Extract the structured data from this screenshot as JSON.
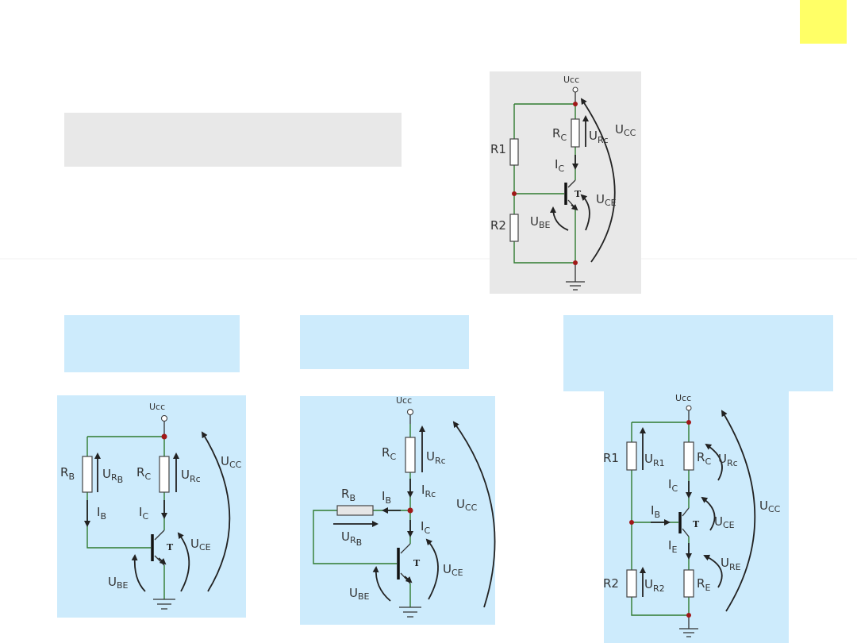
{
  "colors": {
    "yellow_marker": "#ffff66",
    "gray_panel": "#e8e8e8",
    "blue_panel": "#cdebfc",
    "wire": "#2f7a2f",
    "node": "#a01818"
  },
  "c1": {
    "ucc_terminal": "Ucc",
    "r1": "R1",
    "r2": "R2",
    "t": "T",
    "rc": {
      "m": "R",
      "s": "C"
    },
    "urc": {
      "m": "U",
      "s": "Rc"
    },
    "ucc": {
      "m": "U",
      "s": "CC"
    },
    "ic": {
      "m": "I",
      "s": "C"
    },
    "uce": {
      "m": "U",
      "s": "CE"
    },
    "ube": {
      "m": "U",
      "s": "BE"
    }
  },
  "c2": {
    "ucc_terminal": "Ucc",
    "t": "T",
    "rb": {
      "m": "R",
      "s": "B"
    },
    "urb": {
      "m": "U",
      "s": "R",
      "s2": "B"
    },
    "rc": {
      "m": "R",
      "s": "C"
    },
    "urc": {
      "m": "U",
      "s": "Rc"
    },
    "ucc": {
      "m": "U",
      "s": "CC"
    },
    "ib": {
      "m": "I",
      "s": "B"
    },
    "ic": {
      "m": "I",
      "s": "C"
    },
    "uce": {
      "m": "U",
      "s": "CE"
    },
    "ube": {
      "m": "U",
      "s": "BE"
    }
  },
  "c3": {
    "ucc_terminal": "Ucc",
    "t": "T",
    "rc": {
      "m": "R",
      "s": "C"
    },
    "urc": {
      "m": "U",
      "s": "Rc"
    },
    "irc": {
      "m": "I",
      "s": "Rc"
    },
    "rb": {
      "m": "R",
      "s": "B"
    },
    "ib": {
      "m": "I",
      "s": "B"
    },
    "ic": {
      "m": "I",
      "s": "C"
    },
    "urb": {
      "m": "U",
      "s": "R",
      "s2": "B"
    },
    "ucc": {
      "m": "U",
      "s": "CC"
    },
    "uce": {
      "m": "U",
      "s": "CE"
    },
    "ube": {
      "m": "U",
      "s": "BE"
    }
  },
  "c4": {
    "ucc_terminal": "Ucc",
    "r1": "R1",
    "r2": "R2",
    "t": "T",
    "ur1": {
      "m": "U",
      "s": "R1"
    },
    "rc": {
      "m": "R",
      "s": "C"
    },
    "urc": {
      "m": "U",
      "s": "Rc"
    },
    "ic": {
      "m": "I",
      "s": "C"
    },
    "ib": {
      "m": "I",
      "s": "B"
    },
    "uce": {
      "m": "U",
      "s": "CE"
    },
    "ie": {
      "m": "I",
      "s": "E"
    },
    "ure": {
      "m": "U",
      "s": "RE"
    },
    "re": {
      "m": "R",
      "s": "E"
    },
    "ur2": {
      "m": "U",
      "s": "R2"
    },
    "ucc": {
      "m": "U",
      "s": "CC"
    }
  }
}
